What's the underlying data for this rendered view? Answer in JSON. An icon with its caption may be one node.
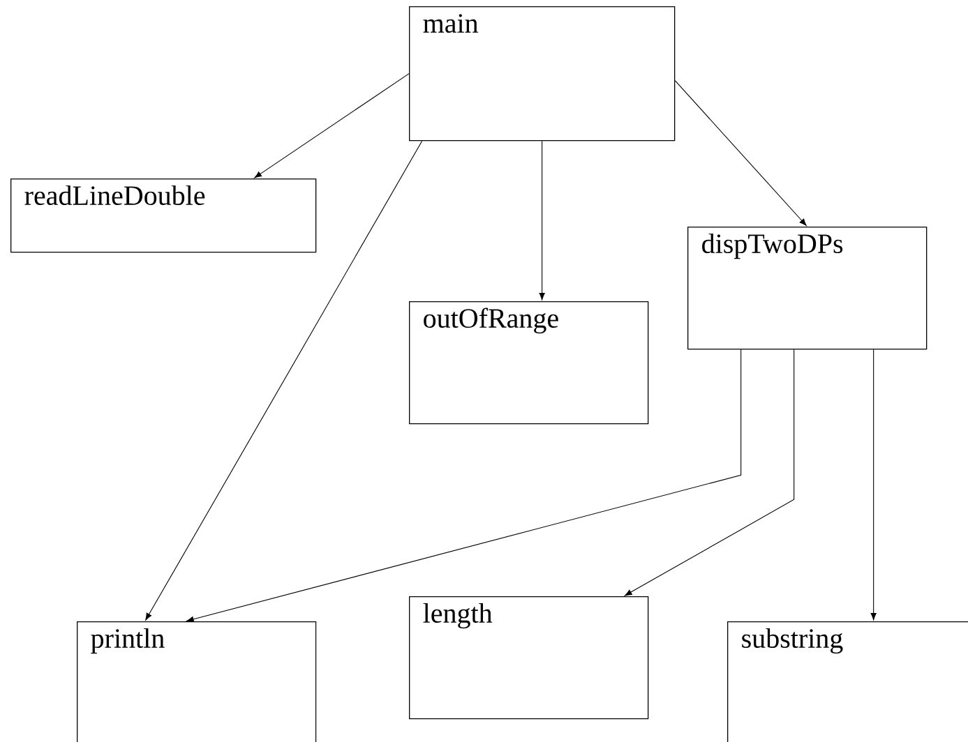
{
  "diagram": {
    "nodes": [
      {
        "text": [
          "main"
        ]
      },
      {
        "text": [
          "readLineDouble"
        ]
      },
      {
        "text": [
          "outOfRange"
        ]
      },
      {
        "text": [
          "dispTwoDPs"
        ]
      },
      {
        "text": [
          "println"
        ]
      },
      {
        "text": [
          "length"
        ]
      },
      {
        "text": [
          "substring"
        ]
      }
    ],
    "edges": [
      {
        "from": 0,
        "to": 1,
        "arrow": "to"
      },
      {
        "from": 0,
        "to": 4,
        "arrow": "to"
      },
      {
        "from": 0,
        "to": 2,
        "arrow": "to"
      },
      {
        "from": 0,
        "to": 3,
        "arrow": "to"
      },
      {
        "from": 3,
        "to": 4,
        "arrow": "to"
      },
      {
        "from": 3,
        "to": 5,
        "arrow": "to"
      },
      {
        "from": 3,
        "to": 6,
        "arrow": "to"
      }
    ]
  }
}
